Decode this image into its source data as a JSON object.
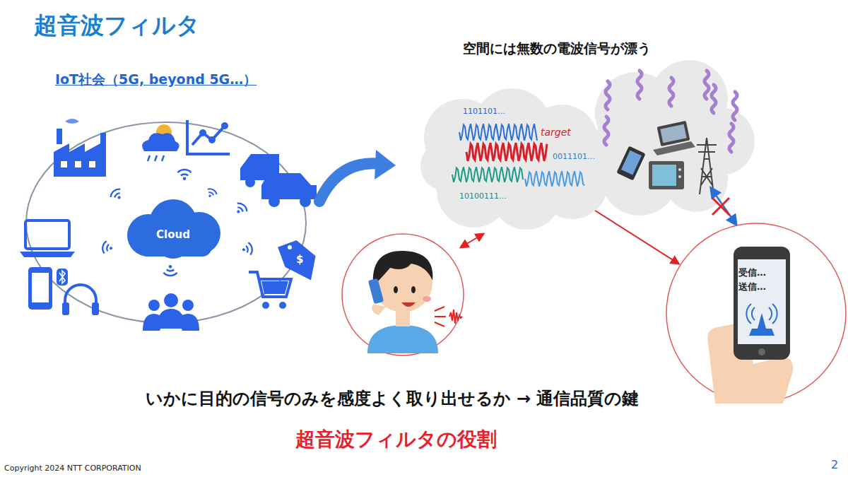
{
  "diagram": {
    "title": "超音波フィルタ",
    "nodes": [
      {
        "text": [
          "Cloud"
        ]
      },
      {
        "text": [
          "1101101…",
          "target",
          "0011101…",
          "10100111…"
        ]
      },
      {
        "text": [
          "受信…",
          "送信…"
        ]
      }
    ],
    "edges": [
      {
        "from": 1,
        "to": 2,
        "arrow": "both"
      }
    ],
    "labels": [
      "IoT社会（5G, beyond 5G…）",
      "空間には無数の電波信号が漂う",
      "$",
      "いかに目的の信号のみを感度よく取り出せるか → 通信品質の鍵",
      "超音波フィルタの役割",
      "Copyright 2024 NTT CORPORATION",
      "2"
    ]
  }
}
